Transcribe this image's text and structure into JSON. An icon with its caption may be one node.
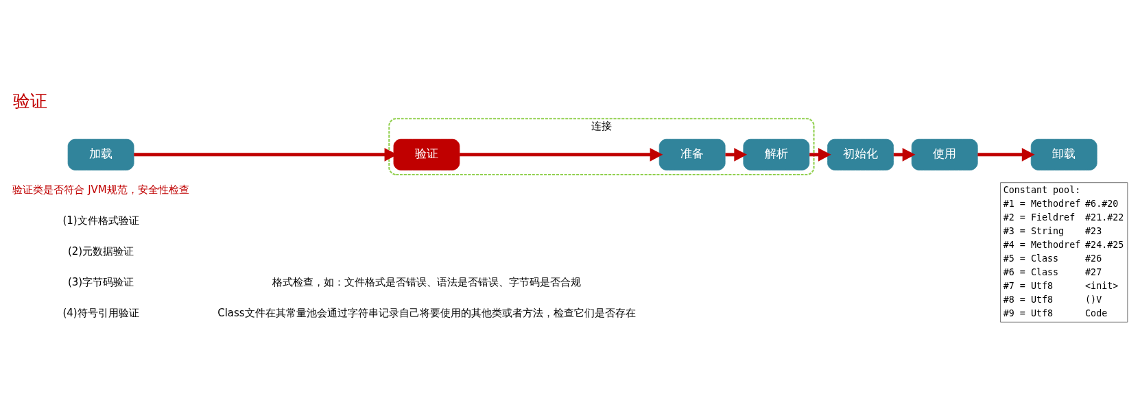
{
  "diagram": {
    "title": "验证",
    "nodes": [
      {
        "text": [
          "加载"
        ]
      },
      {
        "text": [
          "连接"
        ]
      },
      {
        "text": [
          "验证"
        ],
        "in": 1
      },
      {
        "text": [
          "准备"
        ],
        "in": 1
      },
      {
        "text": [
          "解析"
        ],
        "in": 1
      },
      {
        "text": [
          "初始化"
        ]
      },
      {
        "text": [
          "使用"
        ]
      },
      {
        "text": [
          "卸载"
        ]
      }
    ],
    "edges": [
      {
        "from": 0,
        "to": 2,
        "arrow": "to"
      },
      {
        "from": 2,
        "to": 3,
        "arrow": "to"
      },
      {
        "from": 3,
        "to": 4,
        "arrow": "to"
      },
      {
        "from": 4,
        "to": 5,
        "arrow": "to"
      },
      {
        "from": 5,
        "to": 6,
        "arrow": "to"
      },
      {
        "from": 6,
        "to": 7,
        "arrow": "to"
      }
    ],
    "labels": [
      "Constant pool:",
      "#1 = Methodref",
      "#6.#20",
      "#2 = Fieldref",
      "#21.#22",
      "#3 = String",
      "#23",
      "#4 = Methodref",
      "#24.#25",
      "#5 = Class",
      "#26",
      "#6 = Class",
      "#27",
      "#7 = Utf8",
      "<init>",
      "#8 = Utf8",
      "()V",
      "#9 = Utf8",
      "Code",
      "验证类是否符合 JVM规范，安全性检查",
      "(1)文件格式验证",
      "(2)元数据验证",
      "(3)字节码验证",
      "格式检查，如：文件格式是否错误、语法是否错误、字节码是否合规",
      "(4)符号引用验证",
      "Class文件在其常量池会通过字符串记录自己将要使用的其他类或者方法，检查它们是否存在"
    ]
  }
}
